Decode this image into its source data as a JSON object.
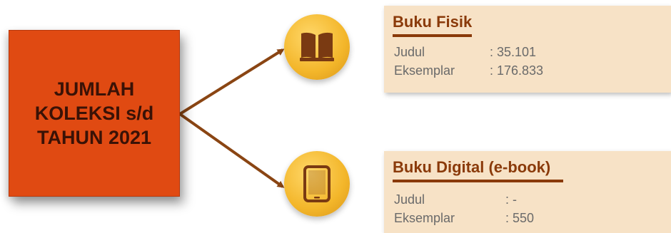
{
  "main": {
    "lines": [
      "JUMLAH",
      "KOLEKSI s/d",
      "TAHUN 2021"
    ]
  },
  "colors": {
    "main_box": "#e04a12",
    "arrow": "#8a4513",
    "circle": "#f3b62a",
    "card": "#f7e2c6",
    "title": "#8a3a0a"
  },
  "items": [
    {
      "icon": "book-icon",
      "title": "Buku Fisik",
      "rows": [
        {
          "label": "Judul",
          "value": ": 35.101"
        },
        {
          "label": "Eksemplar",
          "value": ": 176.833"
        }
      ]
    },
    {
      "icon": "tablet-icon",
      "title": "Buku Digital (e-book)",
      "rows": [
        {
          "label": "Judul",
          "value": ": -"
        },
        {
          "label": "Eksemplar",
          "value": ": 550"
        }
      ]
    }
  ]
}
